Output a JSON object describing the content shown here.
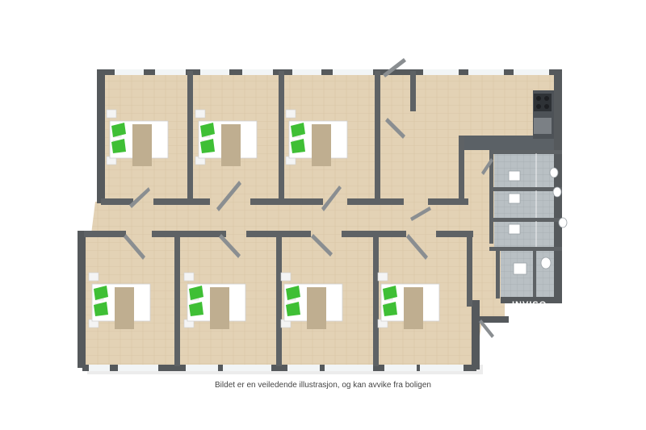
{
  "image": {
    "subject": "3d-floor-plan",
    "caption": "Bildet er en veiledende illustrasjon, og kan avvike fra boligen",
    "watermark": "INVISO"
  },
  "colors": {
    "wall": "#55595c",
    "wall_top": "#6a6e71",
    "floor": "#e3d2b5",
    "floor_line": "#d6c3a2",
    "bathroom_floor": "#b9c0c4",
    "tile_line": "#a4acb1",
    "window": "#f2f5f6",
    "bed_frame": "#ffffff",
    "bedspread": "#bfae90",
    "pillow": "#f3f3f3",
    "accent_green": "#3fbf35",
    "counter": "#5b6166",
    "shadow": "#e6e6e6"
  },
  "icons": {
    "bed": "bed-icon",
    "chair": "chair-icon",
    "toilet": "toilet-icon",
    "sink": "sink-icon",
    "stove": "stove-icon"
  }
}
